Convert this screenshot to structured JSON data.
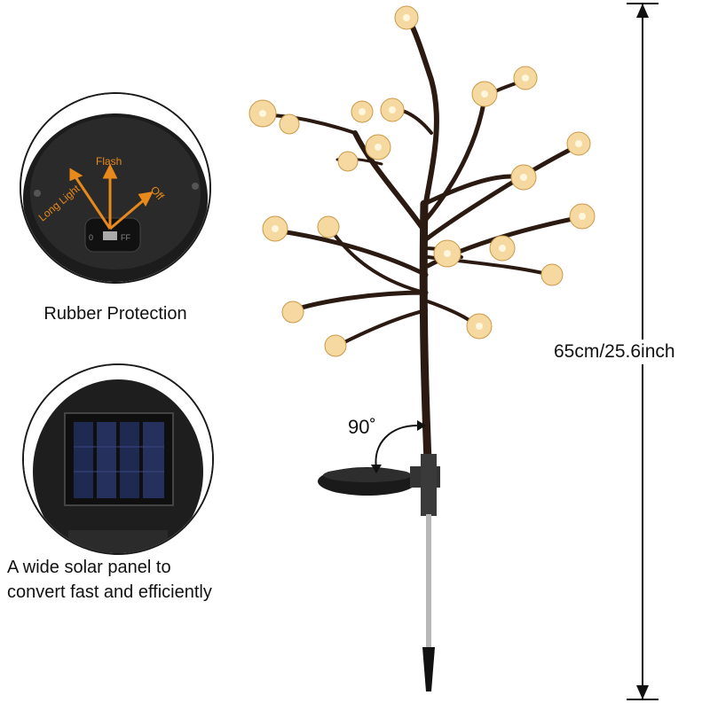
{
  "switch_detail": {
    "modes": {
      "long_light": "Long Light",
      "flash": "Flash",
      "off": "Off"
    },
    "switch_label_left": "0",
    "switch_label_right": "FF",
    "caption": "Rubber Protection"
  },
  "solar_detail": {
    "caption_line1": "A wide solar panel to",
    "caption_line2": "convert fast and efficiently"
  },
  "product": {
    "height_label": "65cm/25.6inch",
    "angle_label": "90˚"
  },
  "colors": {
    "accent_orange": "#e8891c",
    "blossom": "#f6d9a0",
    "branch": "#2a1a12"
  }
}
